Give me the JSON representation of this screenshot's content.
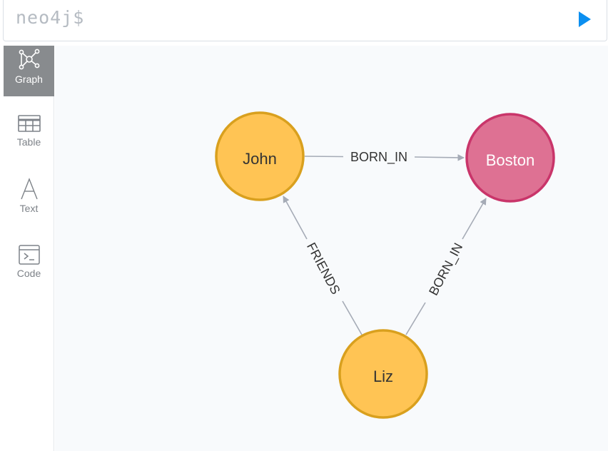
{
  "editor": {
    "prompt": "neo4j$",
    "run_icon": "play-icon"
  },
  "sidebar": {
    "items": [
      {
        "label": "Graph",
        "icon": "graph-icon",
        "active": true
      },
      {
        "label": "Table",
        "icon": "table-icon",
        "active": false
      },
      {
        "label": "Text",
        "icon": "text-icon",
        "active": false
      },
      {
        "label": "Code",
        "icon": "code-icon",
        "active": false
      }
    ]
  },
  "graph": {
    "nodes": [
      {
        "id": "john",
        "label": "John"
      },
      {
        "id": "boston",
        "label": "Boston"
      },
      {
        "id": "liz",
        "label": "Liz"
      }
    ],
    "relationships": [
      {
        "from": "john",
        "to": "boston",
        "type": "BORN_IN"
      },
      {
        "from": "liz",
        "to": "john",
        "type": "FRIENDS"
      },
      {
        "from": "liz",
        "to": "boston",
        "type": "BORN_IN"
      }
    ]
  },
  "colors": {
    "person_fill": "#ffc454",
    "person_stroke": "#d9a01e",
    "location_fill": "#de7193",
    "location_stroke": "#c9356a",
    "relationship": "#a5abb6",
    "run_button": "#0c8ff0"
  }
}
